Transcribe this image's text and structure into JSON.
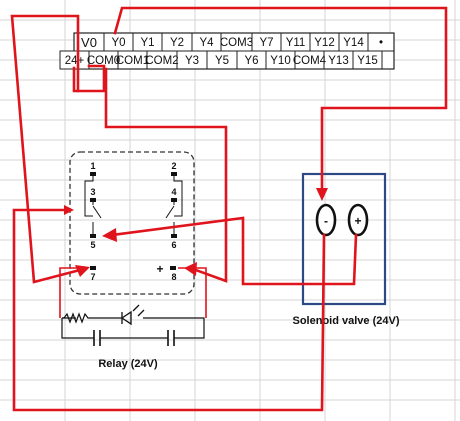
{
  "terminal_block": {
    "top_row": [
      "V0",
      "Y0",
      "Y1",
      "Y2",
      "Y4",
      "COM3",
      "Y7",
      "Y11",
      "Y12",
      "Y14",
      "•"
    ],
    "bottom_row": [
      "24+",
      "COM0",
      "COM1",
      "COM2",
      "Y3",
      "Y5",
      "Y6",
      "Y10",
      "COM4",
      "Y13",
      "Y15"
    ]
  },
  "relay": {
    "pins": [
      "1",
      "2",
      "3",
      "4",
      "5",
      "6",
      "7",
      "8"
    ],
    "minus_sign": "−",
    "plus_sign": "+",
    "label": "Relay (24V)"
  },
  "solenoid": {
    "minus": "-",
    "plus": "+",
    "label": "Solenoid valve (24V)"
  },
  "colors": {
    "wire": "#e0141c",
    "solenoid_box": "#2d4a86",
    "grid": "#d4d4d4"
  }
}
